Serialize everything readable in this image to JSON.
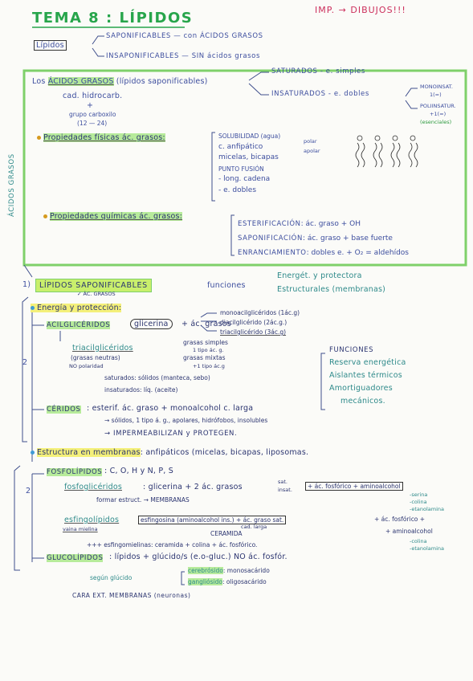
{
  "title": "TEMA 8 : LÍPIDOS",
  "imp": "IMP. → DIBUJOS!!!",
  "lipidos": {
    "root": "Lípidos",
    "saponificables": "SAPONIFICABLES — con ÁCIDOS GRASOS",
    "insaponificables": "INSAPONIFICABLES — SIN ácidos grasos"
  },
  "acidos": {
    "side_label": "ÁCIDOS GRASOS",
    "intro_prefix": "Los",
    "intro_hl": "ÁCIDOS GRASOS",
    "intro_suffix": "(lípidos saponificables)",
    "cad": "cad. hidrocarb.",
    "plus": "+",
    "grupo": "grupo carboxilo",
    "range": "(12 — 24)",
    "saturados": "SATURADOS - e. simples",
    "insaturados": "INSATURADOS - e. dobles",
    "monoinsat": "MONOINSAT.",
    "mono_n": "1(=)",
    "poliinsat": "POLIINSATUR.",
    "poli_n": "+1(=)",
    "esenciales": "(esenciales)",
    "fis_title": "Propiedades físicas ác. grasos:",
    "fis_items": [
      "SOLUBILIDAD (agua)",
      "c. anfipático",
      "micelas, bicapas",
      "PUNTO FUSIÓN",
      "- long. cadena",
      "- e. dobles"
    ],
    "polar": "polar",
    "apolar": "apolar",
    "qui_title": "Propiedades químicas ác. grasos:",
    "qui_items": [
      {
        "label": "ESTERIFICACIÓN",
        "text": ": ác. graso + OH"
      },
      {
        "label": "SAPONIFICACIÓN",
        "text": ": ác. graso + base fuerte"
      },
      {
        "label": "ENRANCIAMIENTO",
        "text": ": dobles e. + O₂ = aldehídos"
      }
    ]
  },
  "sapon": {
    "num": "1)",
    "title": "LÍPIDOS SAPONIFICABLES",
    "sub": "✓ ÁC. GRASOS",
    "funciones": "funciones",
    "energet": "Energét. y protectora",
    "estruct": "Estructurales (membranas)",
    "energia": "Energía y protección:",
    "two1": "2",
    "acilgl": "ACILGLICÉRIDOS",
    "glicerina": "glicerina",
    "plus_ac": "+ ác. grasos",
    "mono": "monoacilglicéridos (1ác.g)",
    "di": "diacilglicérido (2ác.g.)",
    "tri": "triacilglicérido (3ác.g)",
    "triacil": "triacilglicéridos",
    "grasas_neutras": "(grasas neutras)",
    "no_polaridad": "NO polaridad",
    "grasas_simples": "grasas simples",
    "un_tipo": "1 tipo ác. g.",
    "grasas_mixtas": "grasas mixtas",
    "mas_un_tipo": "+1 tipo ác.g",
    "saturados_line": "saturados: sólidos (manteca, sebo)",
    "insat_line": "insaturados: líq. (aceite)",
    "funciones_title": "FUNCIONES",
    "func_items": [
      "Reserva energética",
      "Aislantes térmicos",
      "Amortiguadores",
      "mecánicos."
    ],
    "ceridos": "CÉRIDOS",
    "ceridos_text": ": esterif. ác. graso + monoalcohol c. larga",
    "ceridos_props": "→ sólidos, 1 tipo á. g., apolares, hidrófobos, insolubles",
    "ceridos_func": "→ IMPERMEABILIZAN y PROTEGEN.",
    "estructura": "Estructura en membranas",
    "estructura_text": ": anfipáticos (micelas, bicapas, liposomas.",
    "fosfo": "FOSFOLÍPIDOS",
    "fosfo_text": ": C, O, H y N, P, S",
    "two2": "2",
    "fosfoglic": "fosfoglicéridos",
    "fosfoglic_text": ": glicerina + 2 ác. grasos",
    "sat": "sat.",
    "insat": "insat.",
    "fosfoglic_tail": "+ ác. fosfórico + aminoalcohol",
    "forman": "formar estruct. → MEMBRANAS",
    "serina": "-serina",
    "colina": "-colina",
    "etanolamina": "-etanolamina",
    "esfingo": "esfingolípidos",
    "vaina": "vaina mielina",
    "esfingosina": "esfingosina (aminoalcohol ins.) + ác. graso sat.",
    "cad_larga": "cad. larga",
    "ceramida": "CERAMIDA",
    "esfingo_tail": "+ ác. fosfórico +",
    "esfingo_tail2": "+ aminoalcohol",
    "colina2": "-colina",
    "etanolamina2": "-etanolamina",
    "esfingomielinas": "+++ esfingomielinas: ceramida + colina + ác. fosfórico.",
    "gluco": "GLUCOLÍPIDOS",
    "gluco_text": ": lípidos + glúcido/s (e.o-gluc.) NO ác. fosfór.",
    "segun": "según glúcido",
    "cerebro": "cerebrósido",
    "cerebro_text": ": monosacárido",
    "gangli": "gangliósido",
    "gangli_text": ": oligosacárido",
    "cara": "CARA EXT. MEMBRANAS (neuronas)"
  }
}
